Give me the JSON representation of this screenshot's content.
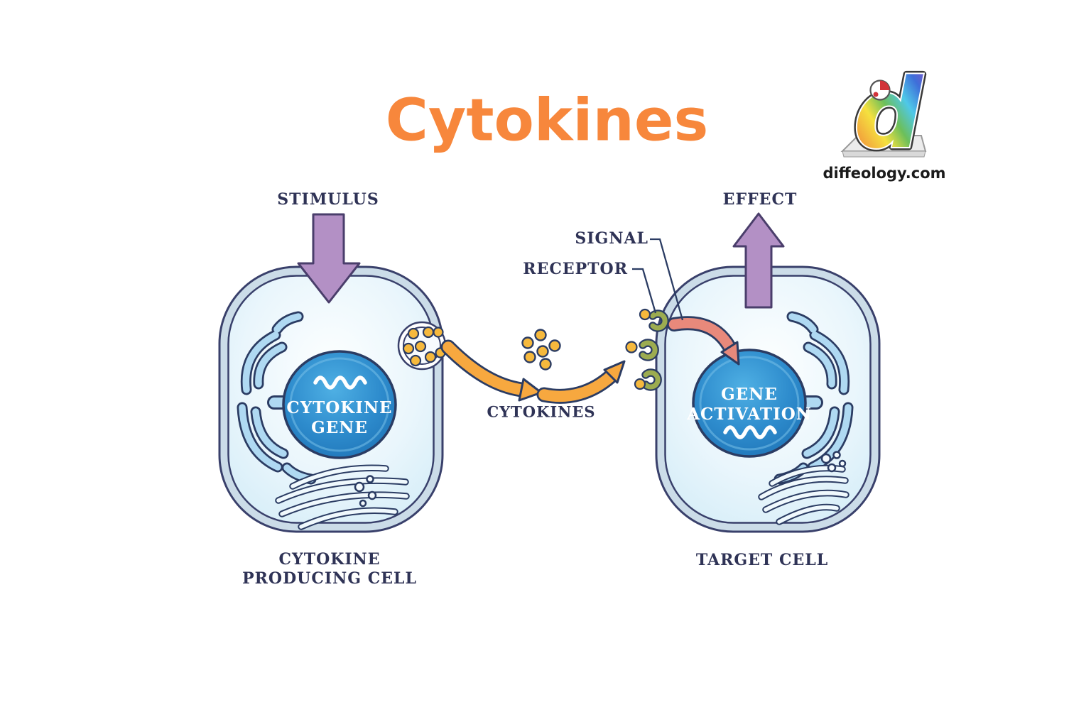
{
  "title": {
    "text": "Cytokines"
  },
  "brand": {
    "site_text": "diffeology.com",
    "logo": "diffeology-rainbow-d-logo"
  },
  "labels": {
    "stimulus": "STIMULUS",
    "effect": "EFFECT",
    "signal": "SIGNAL",
    "receptor": "RECEPTOR",
    "cytokines": "CYTOKINES",
    "producing_cell_line1": "CYTOKINE",
    "producing_cell_line2": "PRODUCING CELL",
    "target_cell": "TARGET CELL"
  },
  "nuclei": {
    "left_line1": "CYTOKINE",
    "left_line2": "GENE",
    "right_line1": "GENE",
    "right_line2": "ACTIVATION"
  },
  "colors": {
    "title_orange": "#F7873C",
    "label_navy": "#2F3356",
    "arrow_purple": "#B390C5",
    "arrow_orange": "#F7A83F",
    "signal_salmon": "#E8897B",
    "receptor_green": "#9CAC50",
    "cytokine_yellow": "#F6B93D",
    "nucleus_blue": "#2E8CCD",
    "membrane_blue": "#CBDCE8",
    "outline_navy": "#2B3C63"
  }
}
